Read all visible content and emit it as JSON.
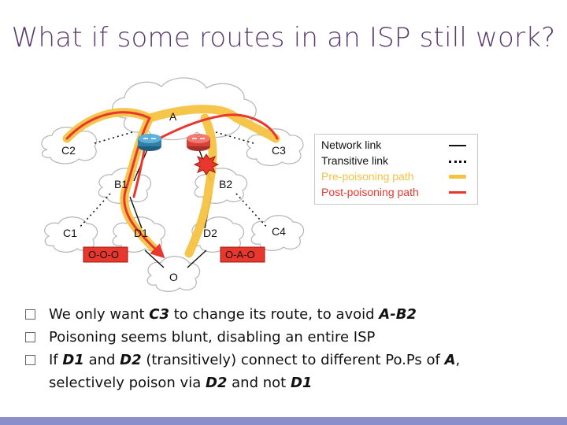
{
  "slide": {
    "title": "What if some routes in an ISP still work?"
  },
  "diagram": {
    "nodes": {
      "A": "A",
      "C2": "C2",
      "C3": "C3",
      "B1": "B1",
      "B2": "B2",
      "C1": "C1",
      "D1": "D1",
      "D2": "D2",
      "C4": "C4",
      "O": "O"
    },
    "path_labels": {
      "left": "O-O-O",
      "right": "O-A-O"
    },
    "colors": {
      "pre_poisoning": "#f5c242",
      "post_poisoning": "#e8382e",
      "label_box": "#e8382e",
      "router_blue": "#2f7fa8",
      "router_red": "#d8403a"
    }
  },
  "legend": {
    "items": [
      {
        "label": "Network link",
        "color": "#111111"
      },
      {
        "label": "Transitive link",
        "color": "#111111"
      },
      {
        "label": "Pre-poisoning path",
        "color": "#f5c242"
      },
      {
        "label": "Post-poisoning path",
        "color": "#e8382e"
      }
    ]
  },
  "bullets": [
    [
      "We only want ",
      "C3",
      " to change its route, to avoid ",
      "A-B2",
      ""
    ],
    [
      "Poisoning seems blunt, disabling an entire ISP"
    ],
    [
      "If ",
      "D1",
      " and ",
      "D2",
      " (transitively) connect to different Po.Ps of ",
      "A",
      ","
    ],
    [
      "selectively poison via ",
      "D2",
      " and not ",
      "D1",
      ""
    ]
  ]
}
